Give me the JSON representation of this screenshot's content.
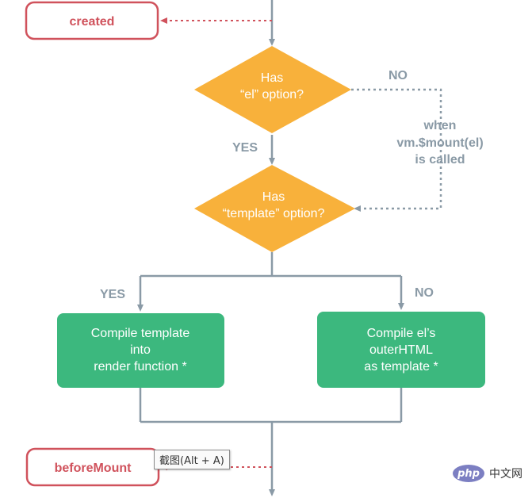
{
  "colors": {
    "hook": "#d0525c",
    "decision": "#f8b13b",
    "process": "#3cb87e",
    "line": "#8a9aa6",
    "label": "#8a9aa6",
    "white": "#ffffff"
  },
  "hooks": {
    "created": "created",
    "before_mount": "beforeMount"
  },
  "decisions": {
    "el_option": {
      "line1": "Has",
      "line2": "“el” option?"
    },
    "template_option": {
      "line1": "Has",
      "line2": "“template” option?"
    }
  },
  "boxes": {
    "compile_template": {
      "line1": "Compile template",
      "line2": "into",
      "line3": "render function *"
    },
    "compile_el": {
      "line1": "Compile el’s",
      "line2": "outerHTML",
      "line3": "as template *"
    }
  },
  "labels": {
    "no_top": "NO",
    "yes_top": "YES",
    "yes_left": "YES",
    "no_right": "NO",
    "mount_line1": "when",
    "mount_line2": "vm.$mount(el)",
    "mount_line3": "is called"
  },
  "tooltip": {
    "text": "截图(Alt + A)"
  },
  "watermark": {
    "logo": "php",
    "text": "中文网"
  }
}
